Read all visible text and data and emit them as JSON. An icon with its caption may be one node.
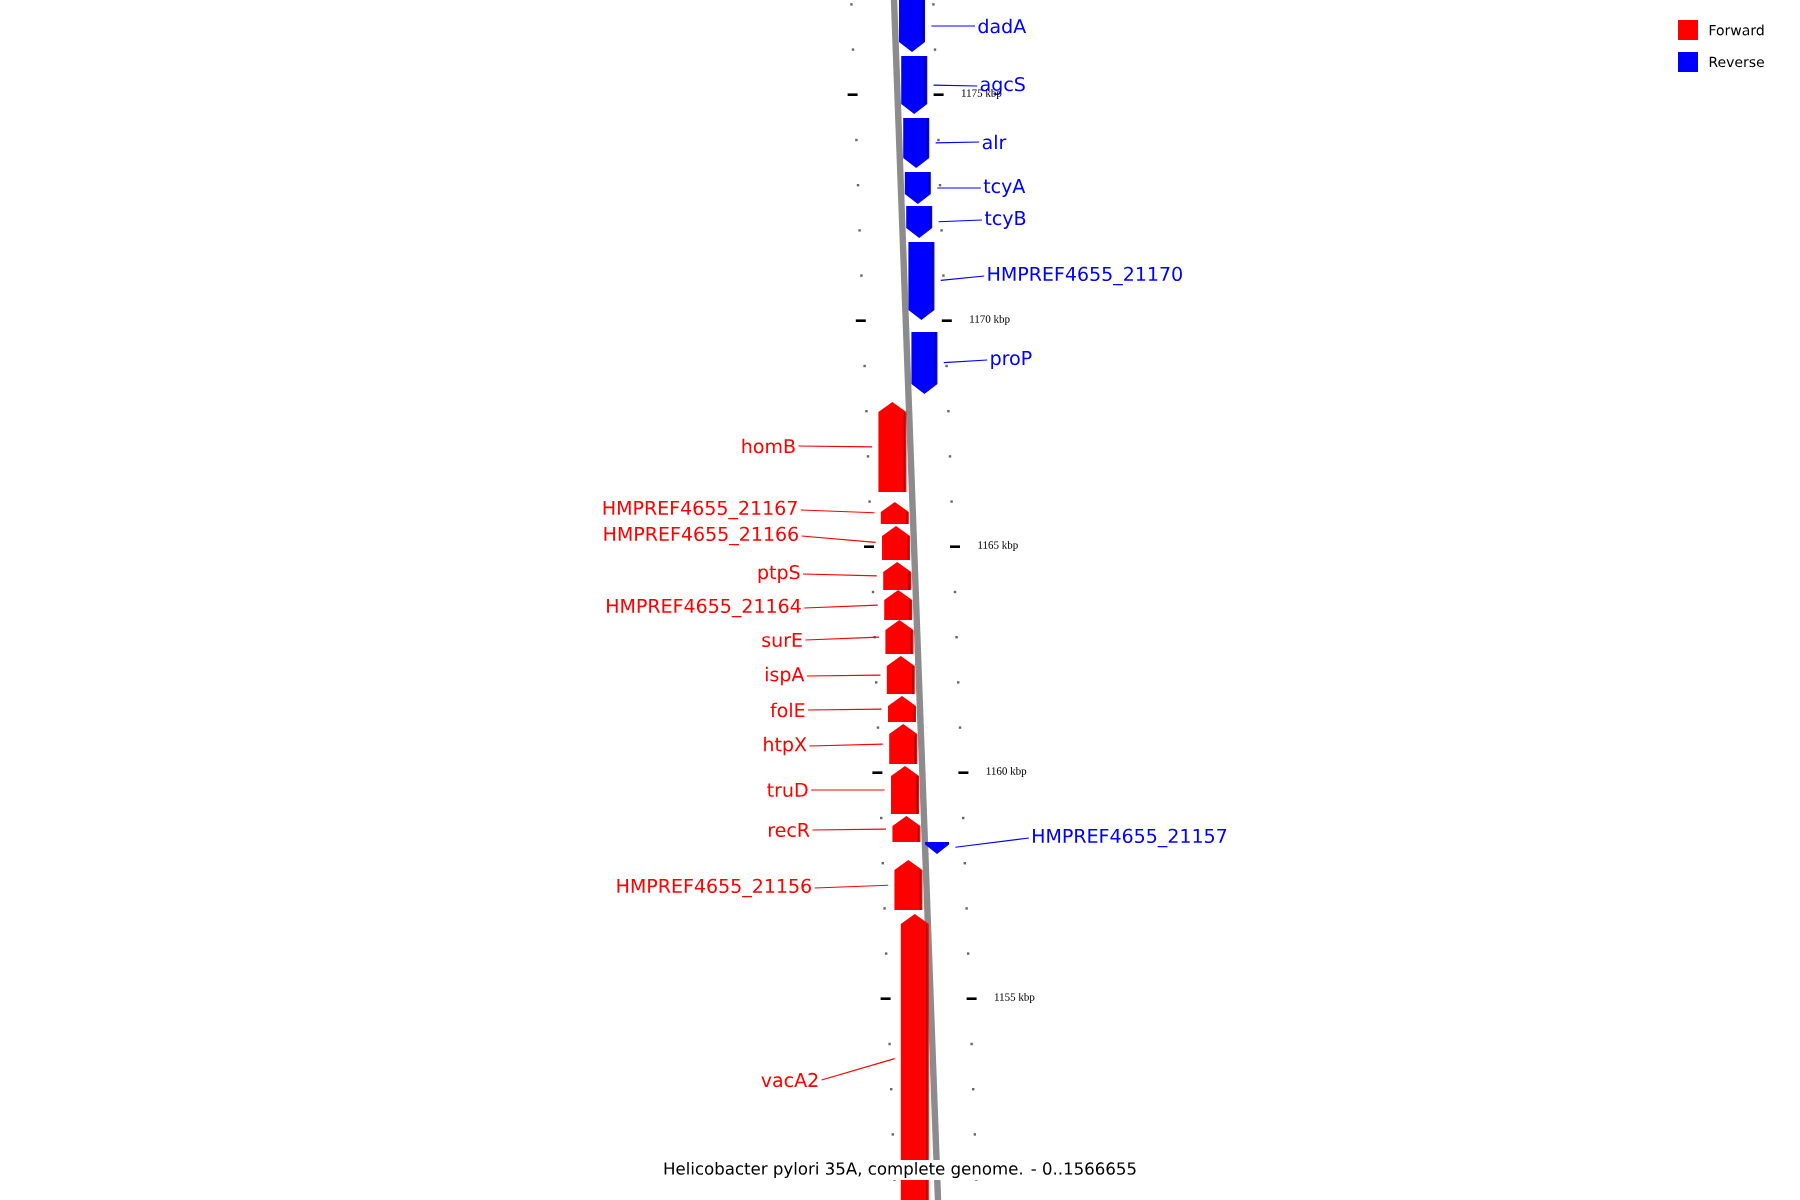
{
  "diagram": {
    "caption": "Helicobacter pylori 35A, complete genome. - 0..1566655",
    "nodes": [
      {
        "text": [
          "dadA"
        ]
      },
      {
        "text": [],
        "shape": "bar"
      },
      {
        "text": [
          "agcS"
        ]
      },
      {
        "text": [],
        "shape": "bar"
      },
      {
        "text": [
          "alr"
        ]
      },
      {
        "text": [],
        "shape": "bar"
      },
      {
        "text": [
          "tcyA"
        ]
      },
      {
        "text": [],
        "shape": "bar"
      },
      {
        "text": [
          "tcyB"
        ]
      },
      {
        "text": [],
        "shape": "bar"
      },
      {
        "text": [
          "HMPREF4655_21170"
        ]
      },
      {
        "text": [],
        "shape": "bar"
      },
      {
        "text": [
          "proP"
        ]
      },
      {
        "text": [],
        "shape": "bar"
      },
      {
        "text": [
          "homB"
        ]
      },
      {
        "text": [],
        "shape": "bar"
      },
      {
        "text": [
          "HMPREF4655_21167"
        ]
      },
      {
        "text": [],
        "shape": "bar"
      },
      {
        "text": [
          "HMPREF4655_21166"
        ]
      },
      {
        "text": [],
        "shape": "bar"
      },
      {
        "text": [
          "ptpS"
        ]
      },
      {
        "text": [],
        "shape": "bar"
      },
      {
        "text": [
          "HMPREF4655_21164"
        ]
      },
      {
        "text": [],
        "shape": "bar"
      },
      {
        "text": [
          "surE"
        ]
      },
      {
        "text": [],
        "shape": "bar"
      },
      {
        "text": [
          "ispA"
        ]
      },
      {
        "text": [],
        "shape": "bar"
      },
      {
        "text": [
          "folE"
        ]
      },
      {
        "text": [],
        "shape": "bar"
      },
      {
        "text": [
          "htpX"
        ]
      },
      {
        "text": [],
        "shape": "bar"
      },
      {
        "text": [
          "truD"
        ]
      },
      {
        "text": [],
        "shape": "bar"
      },
      {
        "text": [
          "recR"
        ]
      },
      {
        "text": [],
        "shape": "bar"
      },
      {
        "text": [
          "HMPREF4655_21157"
        ]
      },
      {
        "text": [],
        "shape": "bar"
      },
      {
        "text": [
          "HMPREF4655_21156"
        ]
      },
      {
        "text": [],
        "shape": "bar"
      },
      {
        "text": [
          "vacA2"
        ]
      },
      {
        "text": [],
        "shape": "bar"
      }
    ],
    "edges": [
      {
        "from": 0,
        "to": 1,
        "arrow": "none",
        "color": "#0000ff"
      },
      {
        "from": 2,
        "to": 3,
        "arrow": "none",
        "color": "#0000ff"
      },
      {
        "from": 4,
        "to": 5,
        "arrow": "none",
        "color": "#0000ff"
      },
      {
        "from": 6,
        "to": 7,
        "arrow": "none",
        "color": "#0000ff"
      },
      {
        "from": 8,
        "to": 9,
        "arrow": "none",
        "color": "#0000ff"
      },
      {
        "from": 10,
        "to": 11,
        "arrow": "none",
        "color": "#0000ff"
      },
      {
        "from": 12,
        "to": 13,
        "arrow": "none",
        "color": "#0000ff"
      },
      {
        "from": 14,
        "to": 15,
        "arrow": "none"
      },
      {
        "from": 16,
        "to": 17,
        "arrow": "none"
      },
      {
        "from": 18,
        "to": 19,
        "arrow": "none"
      },
      {
        "from": 20,
        "to": 21,
        "arrow": "none"
      },
      {
        "from": 22,
        "to": 23,
        "arrow": "none"
      },
      {
        "from": 24,
        "to": 25,
        "arrow": "none"
      },
      {
        "from": 26,
        "to": 27,
        "arrow": "none"
      },
      {
        "from": 28,
        "to": 29,
        "arrow": "none"
      },
      {
        "from": 30,
        "to": 31,
        "arrow": "none"
      },
      {
        "from": 32,
        "to": 33,
        "arrow": "none"
      },
      {
        "from": 34,
        "to": 35,
        "arrow": "none"
      },
      {
        "from": 36,
        "to": 37,
        "arrow": "none",
        "color": "#0000ff"
      },
      {
        "from": 38,
        "to": 39,
        "arrow": "none"
      },
      {
        "from": 40,
        "to": 41,
        "arrow": "none"
      }
    ],
    "labels": [
      "1175 kbp",
      "1170 kbp",
      "1165 kbp",
      "1160 kbp",
      "1155 kbp"
    ],
    "legend": [
      {
        "text": "Forward",
        "color": "#ff0000"
      },
      {
        "text": "Reverse",
        "color": "#0000ff"
      }
    ]
  }
}
